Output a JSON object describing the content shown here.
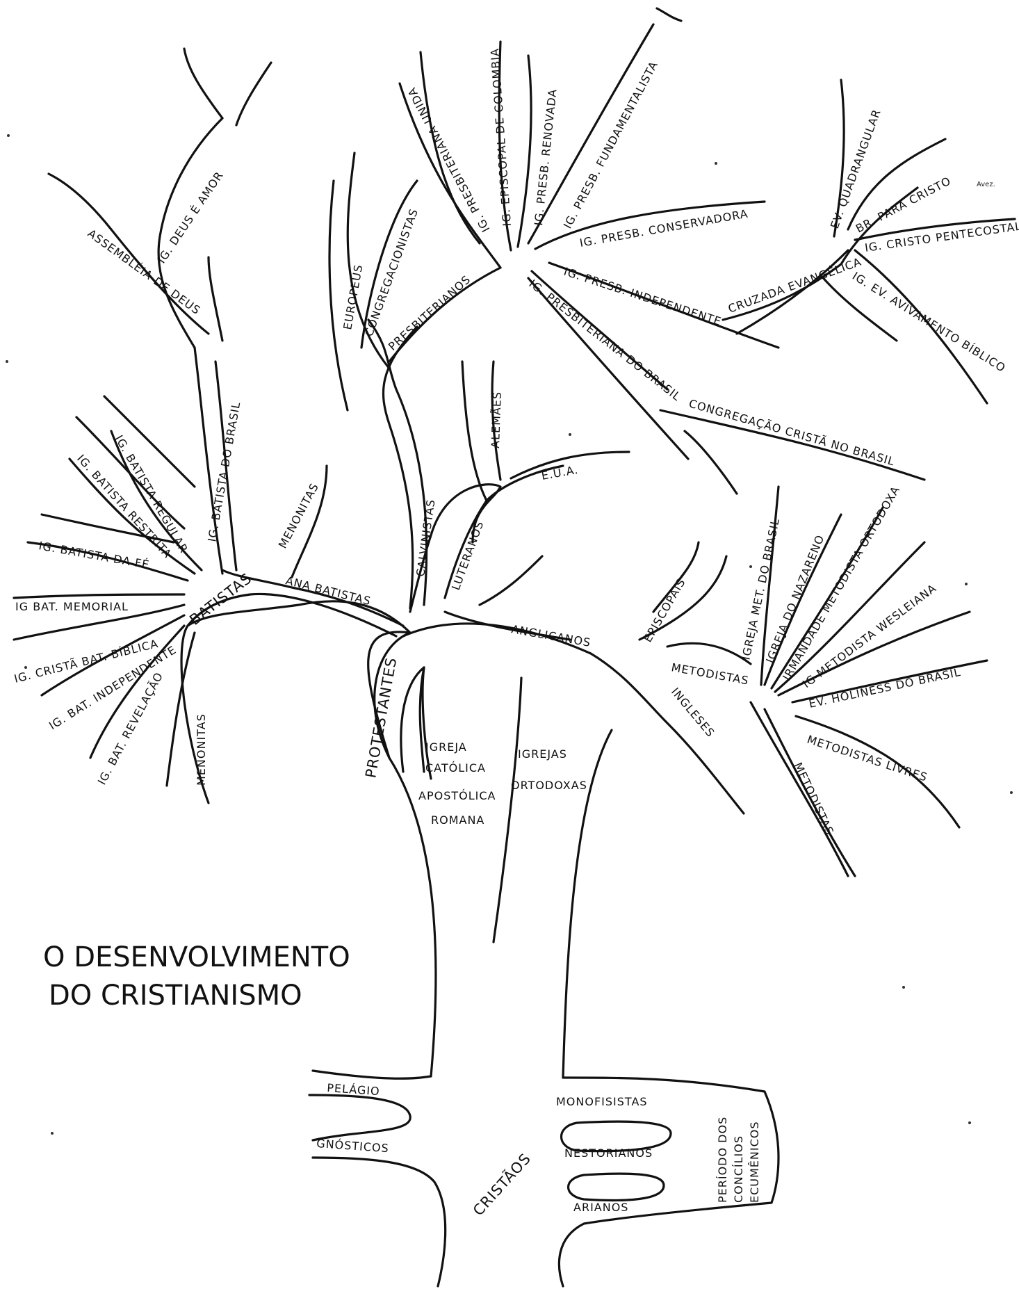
{
  "title": {
    "line1": "O DESENVOLVIMENTO",
    "line2": "DO CRISTIANISMO"
  },
  "root": {
    "trunk": "CRISTÃOS",
    "pelagio": "PELÁGIO",
    "gnosticos": "GNÓSTICOS",
    "monofisistas": "MONOFISISTAS",
    "nestorianos": "NESTORIANOS",
    "arianos": "ARIANOS",
    "periodo": [
      "PERÍODO DOS",
      "CONCÍLIOS",
      "ECUMÊNICOS"
    ]
  },
  "catholic": [
    "IGREJA",
    "CATÓLICA",
    "APOSTÓLICA",
    "ROMANA"
  ],
  "orthodox": [
    "IGREJAS",
    "ORTODOXAS"
  ],
  "protestantes": "PROTESTANTES",
  "anglicanos": {
    "label": "ANGLICANOS",
    "episcopais": "EPISCOPAIS",
    "ingleses": "INGLESES"
  },
  "metodistas": {
    "label": "METODISTAS",
    "branches": [
      "IGREJA MET. DO BRASIL",
      "IGREJA DO NAZARENO",
      "IRMANDADE METODISTA ORTODOXA",
      "IG METODISTA WESLEIANA",
      "EV. HOLINESS DO BRASIL",
      "METODISTAS LIVRES",
      "METODISTAS"
    ]
  },
  "luteranos": {
    "label": "LUTERANOS",
    "alemaes": "ALEMÃES",
    "eua": "E.U.A."
  },
  "calvinistas": {
    "label": "CALVINISTAS",
    "europeus": "EUROPEUS",
    "congregacionistas": "CONGREGACIONISTAS",
    "presbiterianos": "PRESBITERIANOS"
  },
  "presbiterianos": {
    "branches": [
      "IG. PRESBITERIANA UNIDA",
      "IG. EPISCOPAL DE COLOMBIA",
      "IG. PRESB. RENOVADA",
      "IG. PRESB. FUNDAMENTALISTA",
      "IG. PRESB. CONSERVADORA"
    ],
    "independente": "IG. PRESB. INDEPENDENTE",
    "do_brasil": "IG. PRESBITERIANA DO BRASIL",
    "congregacao": "CONGREGAÇÃO CRISTÃ NO BRASIL"
  },
  "cruzada": {
    "label": "CRUZADA EVANGÉLICA",
    "quadrangular": "EV. QUADRANGULAR",
    "brasil_cristo": "BR. PARA CRISTO",
    "pentecostal": "IG. CRISTO PENTECOSTAL",
    "avivamento": "IG. EV. AVIVAMENTO BÍBLICO"
  },
  "anabatistas": {
    "label": "ANA BATISTAS",
    "menonitas": "MENONITAS"
  },
  "batistas": {
    "label": "BATISTAS",
    "menonitas_low": "MENONITAS",
    "assembleia": "ASSEMBLÉIA DE DEUS",
    "deus_amor": "IG. DEUS É AMOR",
    "batista_brasil": "IG. BATISTA DO BRASIL",
    "branches": [
      "IG. BATISTA REGULAR",
      "IG. BATISTA RESTRITA",
      "IG. BATISTA DA FÉ",
      "IG BAT. MEMORIAL",
      "IG. CRISTÃ BAT. BÍBLICA",
      "IG. BAT. INDEPENDENTE",
      "IG. BAT. REVELAÇÃO"
    ]
  },
  "signature": "Avez."
}
